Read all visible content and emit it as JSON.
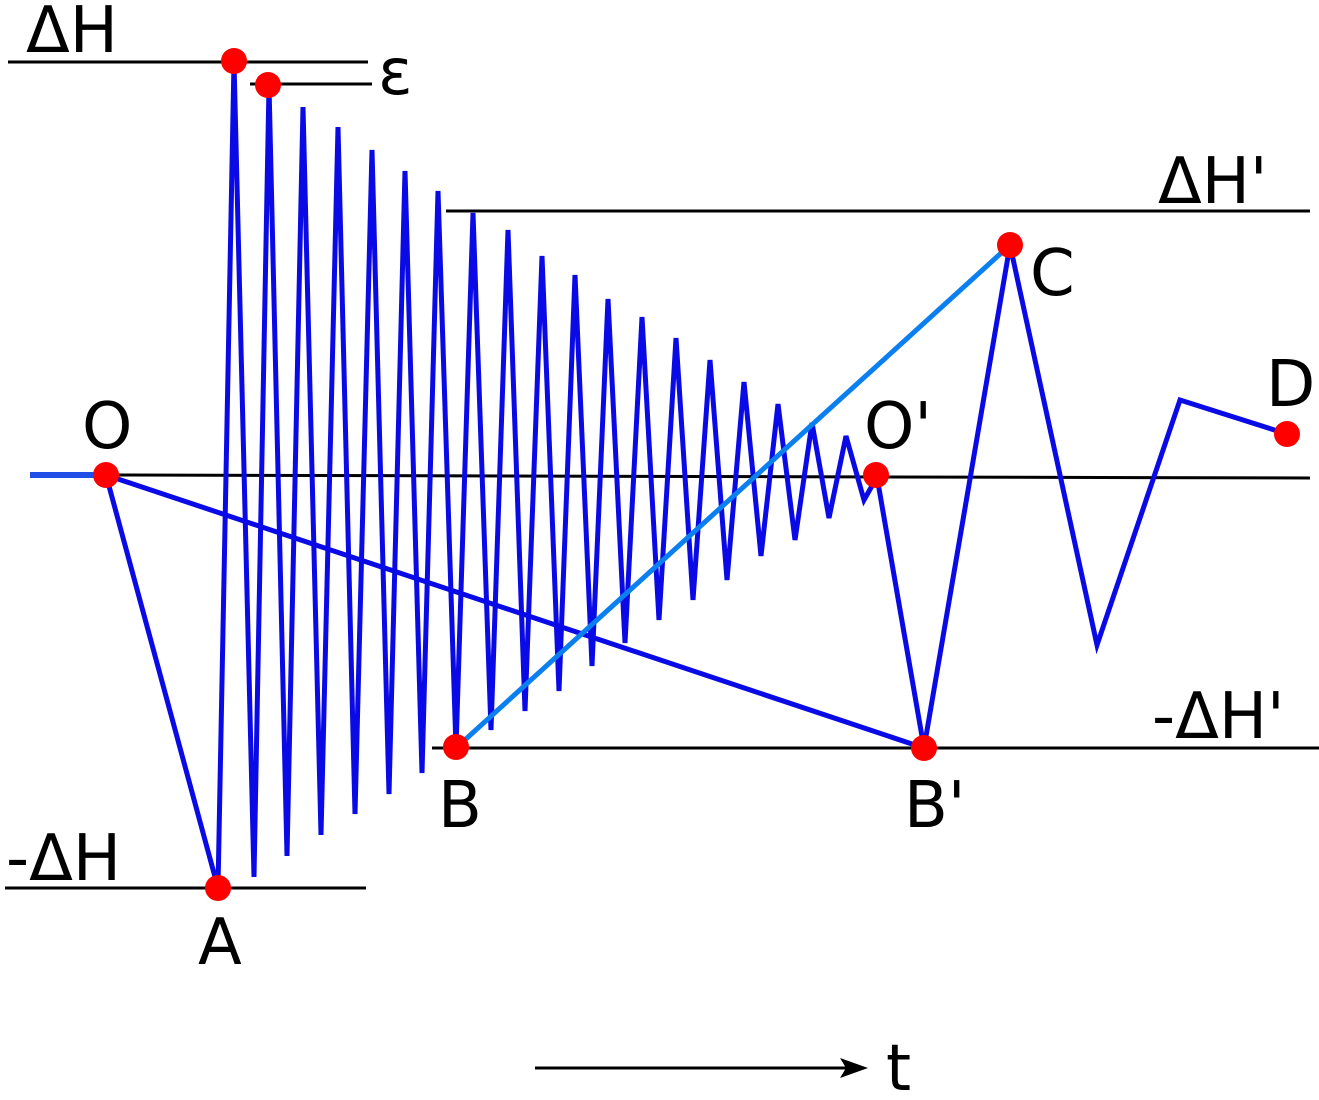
{
  "labels": {
    "delta_h": "ΔH",
    "minus_delta_h": "-ΔH",
    "epsilon": "ε",
    "delta_h_prime": "ΔH'",
    "minus_delta_h_prime": "-ΔH'",
    "point_o": "O",
    "point_a": "A",
    "point_b": "B",
    "point_o_prime": "O'",
    "point_b_prime": "B'",
    "point_c": "C",
    "point_d": "D",
    "time_axis": "t"
  },
  "colors": {
    "reference_lines": "#000000",
    "oscillation": "#0a0ae6",
    "lead_in": "#1f4fe6",
    "line_b_to_c": "#0a7ff0",
    "line_o_to_b_prime": "#0a0ae6",
    "points": "#ff0000"
  }
}
